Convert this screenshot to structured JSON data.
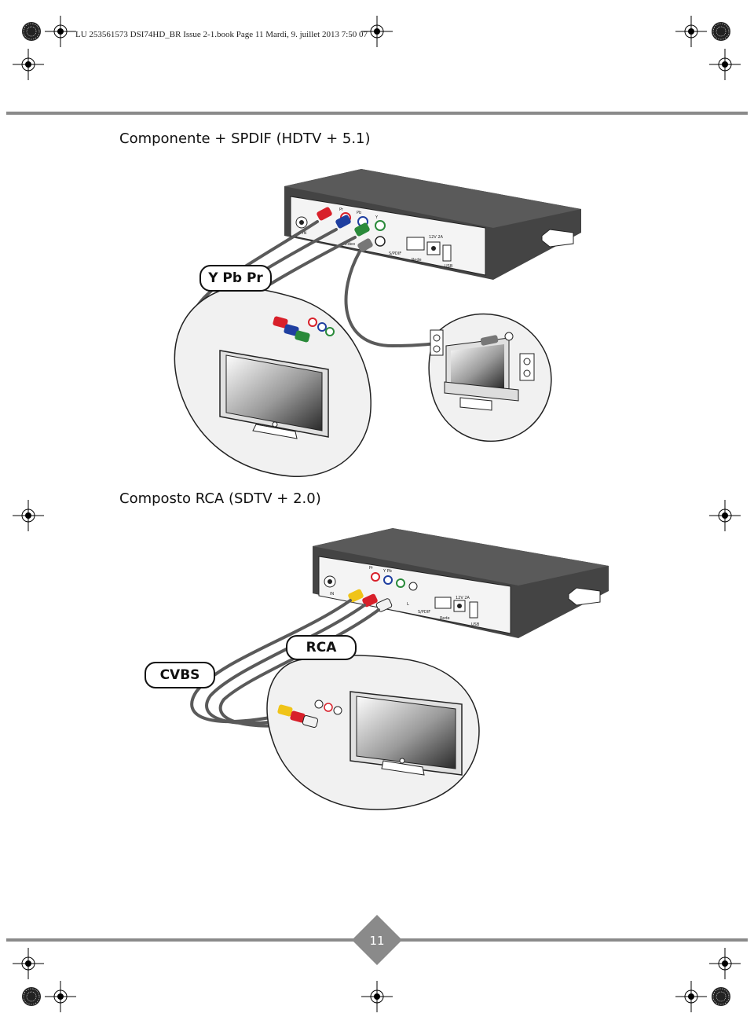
{
  "header": {
    "text": "LU 253561573 DSI74HD_BR Issue 2-1.book  Page 11  Mardi, 9. juillet 2013  7:50 07"
  },
  "sections": [
    {
      "title": "Componente + SPDIF (HDTV + 5.1)",
      "callout": "Y Pb Pr",
      "device_labels": [
        "Pr",
        "Pb",
        "Y",
        "IN",
        "Video",
        "S/PDIF",
        "Rede",
        "USB",
        "12V 2A"
      ]
    },
    {
      "title": "Composto RCA (SDTV + 2.0)",
      "callout_a": "RCA",
      "callout_b": "CVBS",
      "device_labels": [
        "Pr",
        "Y Pb",
        "IN",
        "L",
        "S/PDIF",
        "Rede",
        "USB",
        "12V 2A"
      ]
    }
  ],
  "page_number": "11",
  "colors": {
    "red": "#d8202a",
    "blue": "#1f3fa0",
    "green": "#2a8a3a",
    "yellow": "#f0c418",
    "white": "#f2f2f2",
    "device_body": "#444444",
    "cable": "#5a5a5a"
  }
}
